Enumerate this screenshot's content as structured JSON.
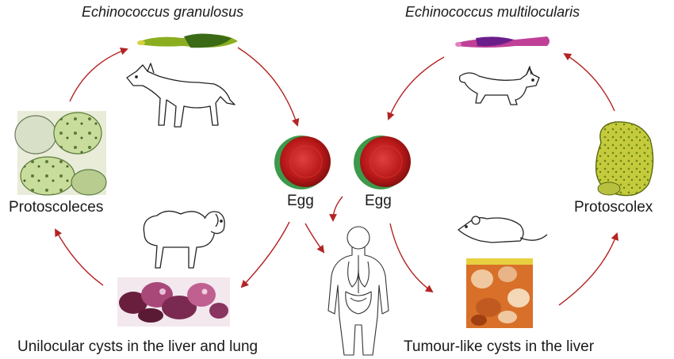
{
  "titles": {
    "left_species": "Echinococcus granulosus",
    "right_species": "Echinococcus multilocularis"
  },
  "labels": {
    "left_stage": "Protoscoleces",
    "right_stage": "Protoscolex",
    "egg_left": "Egg",
    "egg_right": "Egg",
    "left_cyst": "Unilocular cysts in the liver and lung",
    "right_cyst": "Tumour-like cysts in the liver"
  },
  "colors": {
    "arrow": "#b32424",
    "egg_core": "#c41e1e",
    "egg_rim": "#4aa64a",
    "worm_left": "#7a9a18",
    "worm_right": "#b0308a",
    "protoscoleces": "#b8d088",
    "protoscolex": "#c8d040",
    "cyst_left": "#8a2a5a",
    "cyst_right": "#d8802a"
  },
  "icons": {
    "left_adult": "adult-worm-icon",
    "right_adult": "adult-worm-icon",
    "left_host": "dog-icon",
    "right_host": "fox-icon",
    "left_intermediate": "sheep-icon",
    "right_intermediate": "mouse-icon",
    "human": "human-anatomy-icon",
    "egg": "egg-icon"
  }
}
